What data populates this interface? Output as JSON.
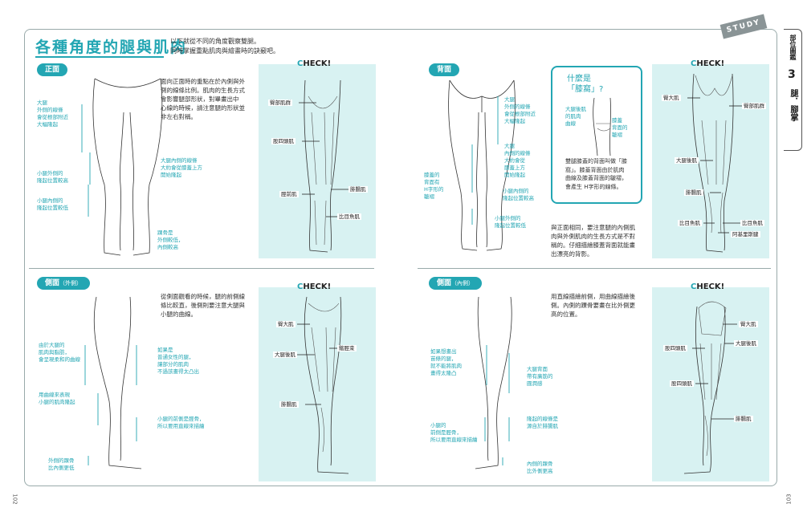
{
  "title": "各種角度的腿與肌肉",
  "intro": [
    "以下就從不同的角度觀察雙腿。",
    "同時掌握重點肌肉與繪畫時的訣竅吧。"
  ],
  "study_tag": "STUDY",
  "side_tab": {
    "section": "部位圖鑑",
    "number": "3",
    "topic": "腿．腳掌"
  },
  "check_label": "CHECK!",
  "pages": {
    "left": "102",
    "right": "103"
  },
  "front": {
    "label": "正面",
    "text": [
      "面向正面時的重點在於內側與外",
      "側的線條比例。肌肉的生長方式",
      "會影響腿部形狀，對畢畫出中",
      "心線的時候，請注意腿的形狀並",
      "非左右對稱。"
    ],
    "notes": {
      "thigh_outer": [
        "大腿",
        "外側的線條",
        "會從根部附近",
        "大幅隆起"
      ],
      "thigh_inner": [
        "大腿內側的線條",
        "大約會從膝蓋上方",
        "開始隆起"
      ],
      "calf_outer": [
        "小腿外側的",
        "隆起位置較高"
      ],
      "calf_inner": [
        "小腿內側的",
        "隆起位置較低"
      ],
      "ankle": [
        "踝骨是",
        "外側較低，",
        "內側較高"
      ]
    },
    "muscles": {
      "glute": "臀部肌群",
      "quad": "股四頭肌",
      "tibialis": "脛前肌",
      "gastro": "腓腸肌",
      "soleus": "比目魚肌"
    }
  },
  "back": {
    "label": "背面",
    "notes": {
      "thigh_outer": [
        "大腿",
        "外側的線條",
        "會從根部附近",
        "大幅隆起"
      ],
      "thigh_inner": [
        "大腿",
        "內側的線條",
        "大約會從",
        "膝蓋上方",
        "開始隆起"
      ],
      "knee_back": [
        "膝蓋的",
        "背面有",
        "H字形的",
        "皺褶"
      ],
      "calf_inner": [
        "小腿內側的",
        "隆起位置較高"
      ],
      "calf_outer": [
        "小腿外側的",
        "隆起位置較低"
      ]
    },
    "knee_box": {
      "title": [
        "什麼是",
        "「膝窩」?"
      ],
      "note_left": [
        "大腿後肌",
        "的肌肉",
        "曲線"
      ],
      "note_right": [
        "膝蓋",
        "背面的",
        "皺褶"
      ],
      "text": [
        "雙腿膝蓋的背面叫做「膝",
        "窩」。膝蓋背面由於肌肉",
        "曲線及膝蓋背面的皺褶，",
        "會產生 H字形的線條。"
      ]
    },
    "text": [
      "與正面相同，要注意腿的內側肌",
      "肉與外側肌肉的生長方式是不對",
      "稱的。仔細描繪膝蓋背面就能畫",
      "出漂亮的背影。"
    ],
    "muscles": {
      "glute_max": "臀大肌",
      "glute": "臀部肌群",
      "hamstring": "大腿後肌",
      "gastro": "腓腸肌",
      "soleus_l": "比目魚肌",
      "soleus_r": "比目魚肌",
      "achilles": "阿基里斯腱"
    }
  },
  "side_outer": {
    "label": "側面",
    "sub": "（外側）",
    "text": [
      "從側面觀看的時候，腿的前側線",
      "條比較直，後側則要注意大腿與",
      "小腿的曲線。"
    ],
    "notes": {
      "thigh_curve": [
        "由於大腿的",
        "肌肉與脂肪，",
        "會呈現柔和的曲線"
      ],
      "female": [
        "如果是",
        "普通女性的腿，",
        "讓部分的肌肉",
        "不過該畫得太凸出"
      ],
      "calf_curve": [
        "用曲線來表現",
        "小腿的肌肉隆起"
      ],
      "shin": [
        "小腿的前側是脛骨，",
        "所以要用直線來描繪"
      ],
      "ankle": [
        "外側的踝骨",
        "比內側更低"
      ]
    },
    "muscles": {
      "glute_max": "臀大肌",
      "hamstring": "大腿後肌",
      "itband": "髂脛束",
      "gastro": "腓腸肌"
    }
  },
  "side_inner": {
    "label": "側面",
    "sub": "（內側）",
    "text": [
      "用直線描繪前側，用曲線描繪後",
      "側。內側的踝骨要畫在比外側更",
      "高的位置。"
    ],
    "notes": {
      "thigh_muscle": [
        "如果想畫出",
        "苗條的腿，",
        "就不能將肌肉",
        "畫得太隆凸"
      ],
      "thigh_back": [
        "大腿背面",
        "帶有廣筋的",
        "圓潤感"
      ],
      "shin": [
        "小腿的",
        "前側是脛骨，",
        "所以要用直線來描繪"
      ],
      "calf": [
        "隆起的線條是",
        "源自於腓腸肌"
      ],
      "ankle": [
        "內側的踝骨",
        "比外側更高"
      ]
    },
    "muscles": {
      "glute_max": "臀大肌",
      "hamstring": "大腿後肌",
      "quad1": "股四頭肌",
      "quad2": "股四頭肌",
      "gastro": "腓腸肌"
    }
  }
}
